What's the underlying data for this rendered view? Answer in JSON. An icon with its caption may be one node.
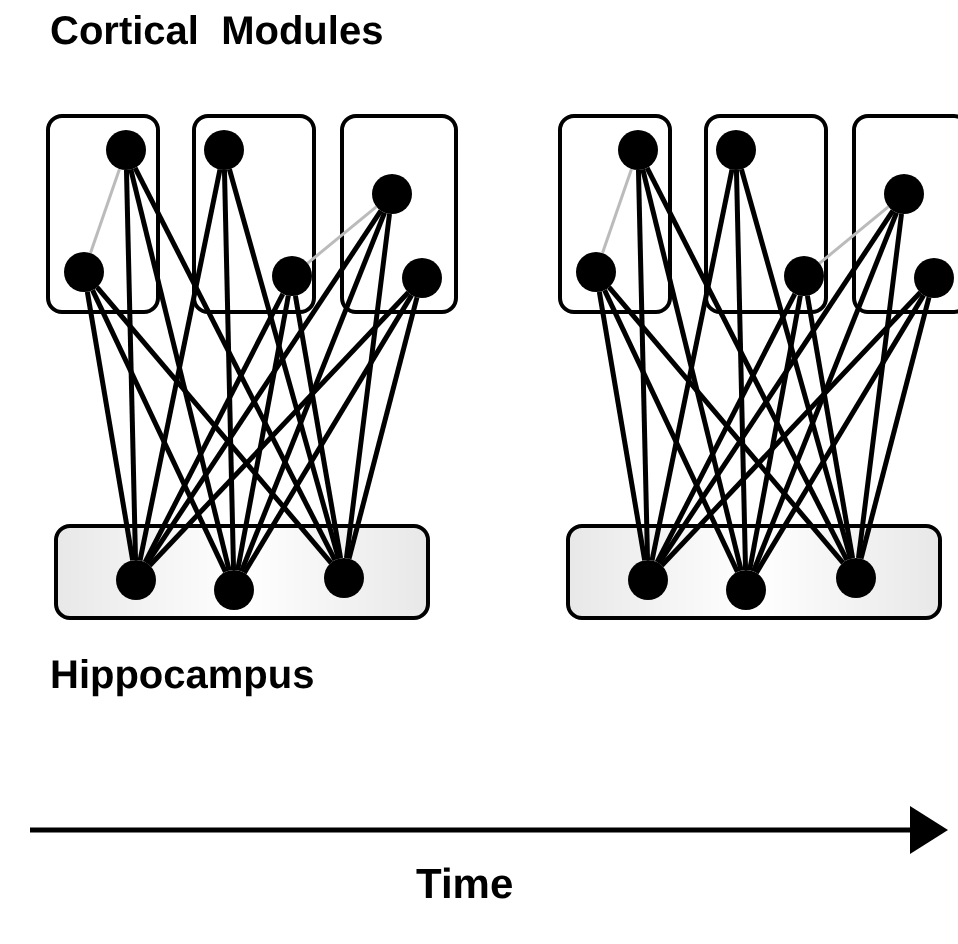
{
  "diagram": {
    "nodes": [
      {
        "text": [],
        "shape": "box"
      },
      {
        "text": [],
        "shape": "circle",
        "in": 0
      },
      {
        "text": [],
        "shape": "circle",
        "in": 0
      },
      {
        "text": [],
        "shape": "box"
      },
      {
        "text": [],
        "shape": "circle",
        "in": 3
      },
      {
        "text": [],
        "shape": "circle",
        "in": 3
      },
      {
        "text": [],
        "shape": "box"
      },
      {
        "text": [],
        "shape": "circle",
        "in": 6
      },
      {
        "text": [],
        "shape": "circle",
        "in": 6
      },
      {
        "text": [],
        "shape": "box"
      },
      {
        "text": [],
        "shape": "circle",
        "in": 9
      },
      {
        "text": [],
        "shape": "circle",
        "in": 9
      },
      {
        "text": [],
        "shape": "circle",
        "in": 9
      },
      {
        "text": [],
        "shape": "box"
      },
      {
        "text": [],
        "shape": "circle",
        "in": 13
      },
      {
        "text": [],
        "shape": "circle",
        "in": 13
      },
      {
        "text": [],
        "shape": "box"
      },
      {
        "text": [],
        "shape": "circle",
        "in": 16
      },
      {
        "text": [],
        "shape": "circle",
        "in": 16
      },
      {
        "text": [],
        "shape": "box"
      },
      {
        "text": [],
        "shape": "circle",
        "in": 19
      },
      {
        "text": [],
        "shape": "circle",
        "in": 19
      },
      {
        "text": [],
        "shape": "box"
      },
      {
        "text": [],
        "shape": "circle",
        "in": 22
      },
      {
        "text": [],
        "shape": "circle",
        "in": 22
      },
      {
        "text": [],
        "shape": "circle",
        "in": 22
      }
    ],
    "edges": [
      {
        "from": 1,
        "to": 10,
        "arrow": "none"
      },
      {
        "from": 1,
        "to": 11,
        "arrow": "none"
      },
      {
        "from": 1,
        "to": 12,
        "arrow": "none"
      },
      {
        "from": 2,
        "to": 10,
        "arrow": "none"
      },
      {
        "from": 2,
        "to": 11,
        "arrow": "none"
      },
      {
        "from": 2,
        "to": 12,
        "arrow": "none"
      },
      {
        "from": 4,
        "to": 10,
        "arrow": "none"
      },
      {
        "from": 4,
        "to": 11,
        "arrow": "none"
      },
      {
        "from": 4,
        "to": 12,
        "arrow": "none"
      },
      {
        "from": 5,
        "to": 10,
        "arrow": "none"
      },
      {
        "from": 5,
        "to": 11,
        "arrow": "none"
      },
      {
        "from": 5,
        "to": 12,
        "arrow": "none"
      },
      {
        "from": 7,
        "to": 10,
        "arrow": "none"
      },
      {
        "from": 7,
        "to": 11,
        "arrow": "none"
      },
      {
        "from": 7,
        "to": 12,
        "arrow": "none"
      },
      {
        "from": 8,
        "to": 10,
        "arrow": "none"
      },
      {
        "from": 8,
        "to": 11,
        "arrow": "none"
      },
      {
        "from": 8,
        "to": 12,
        "arrow": "none"
      },
      {
        "from": 1,
        "to": 2,
        "arrow": "none",
        "color": "#bbbbbb"
      },
      {
        "from": 7,
        "to": 5,
        "arrow": "none",
        "color": "#bbbbbb"
      },
      {
        "from": 14,
        "to": 23,
        "arrow": "none"
      },
      {
        "from": 14,
        "to": 24,
        "arrow": "none"
      },
      {
        "from": 14,
        "to": 25,
        "arrow": "none"
      },
      {
        "from": 15,
        "to": 23,
        "arrow": "none"
      },
      {
        "from": 15,
        "to": 24,
        "arrow": "none"
      },
      {
        "from": 15,
        "to": 25,
        "arrow": "none"
      },
      {
        "from": 17,
        "to": 23,
        "arrow": "none"
      },
      {
        "from": 17,
        "to": 24,
        "arrow": "none"
      },
      {
        "from": 17,
        "to": 25,
        "arrow": "none"
      },
      {
        "from": 18,
        "to": 23,
        "arrow": "none"
      },
      {
        "from": 18,
        "to": 24,
        "arrow": "none"
      },
      {
        "from": 18,
        "to": 25,
        "arrow": "none"
      },
      {
        "from": 20,
        "to": 23,
        "arrow": "none"
      },
      {
        "from": 20,
        "to": 24,
        "arrow": "none"
      },
      {
        "from": 20,
        "to": 25,
        "arrow": "none"
      },
      {
        "from": 21,
        "to": 23,
        "arrow": "none"
      },
      {
        "from": 21,
        "to": 24,
        "arrow": "none"
      },
      {
        "from": 21,
        "to": 25,
        "arrow": "none"
      },
      {
        "from": 14,
        "to": 15,
        "arrow": "none",
        "color": "#bbbbbb"
      },
      {
        "from": 20,
        "to": 18,
        "arrow": "none",
        "color": "#bbbbbb"
      }
    ],
    "labels": [
      "Cortical  Modules",
      "Hippocampus",
      "Time"
    ]
  }
}
